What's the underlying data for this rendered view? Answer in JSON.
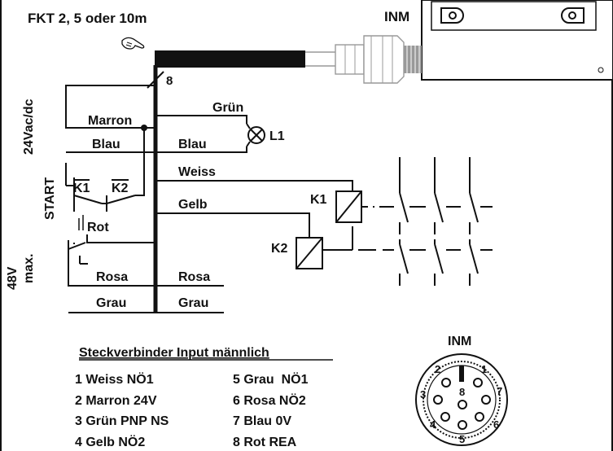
{
  "header": {
    "title": "FKT 2, 5 oder 10m",
    "device_label": "INM"
  },
  "cable": {
    "conductor_count": "8"
  },
  "supply": {
    "voltage_label": "24Vac/dc",
    "wires": [
      "Marron",
      "Blau"
    ]
  },
  "start_group": {
    "label": "START",
    "contact_k1": "K1",
    "contact_k2": "K2",
    "rot_label": "Rot"
  },
  "max_group": {
    "label_line1": "48V",
    "label_line2": "max."
  },
  "left_wires": {
    "rosa": "Rosa",
    "grau": "Grau"
  },
  "right_wires": {
    "gruen": "Grün",
    "blau": "Blau",
    "weiss": "Weiss",
    "gelb": "Gelb",
    "rosa": "Rosa",
    "grau": "Grau"
  },
  "components": {
    "lamp": "L1",
    "relay1": "K1",
    "relay2": "K2"
  },
  "connector": {
    "heading": "Steckverbinder Input männlich",
    "pins": [
      "1 Weiss NÖ1",
      "2 Marron 24V",
      "3 Grün PNP NS",
      "4 Gelb NÖ2",
      "5 Grau  NÖ1",
      "6 Rosa NÖ2",
      "7 Blau 0V",
      "8 Rot REA"
    ],
    "face_label": "INM",
    "pin_numbers": [
      "1",
      "2",
      "3",
      "4",
      "5",
      "6",
      "7",
      "8"
    ]
  }
}
